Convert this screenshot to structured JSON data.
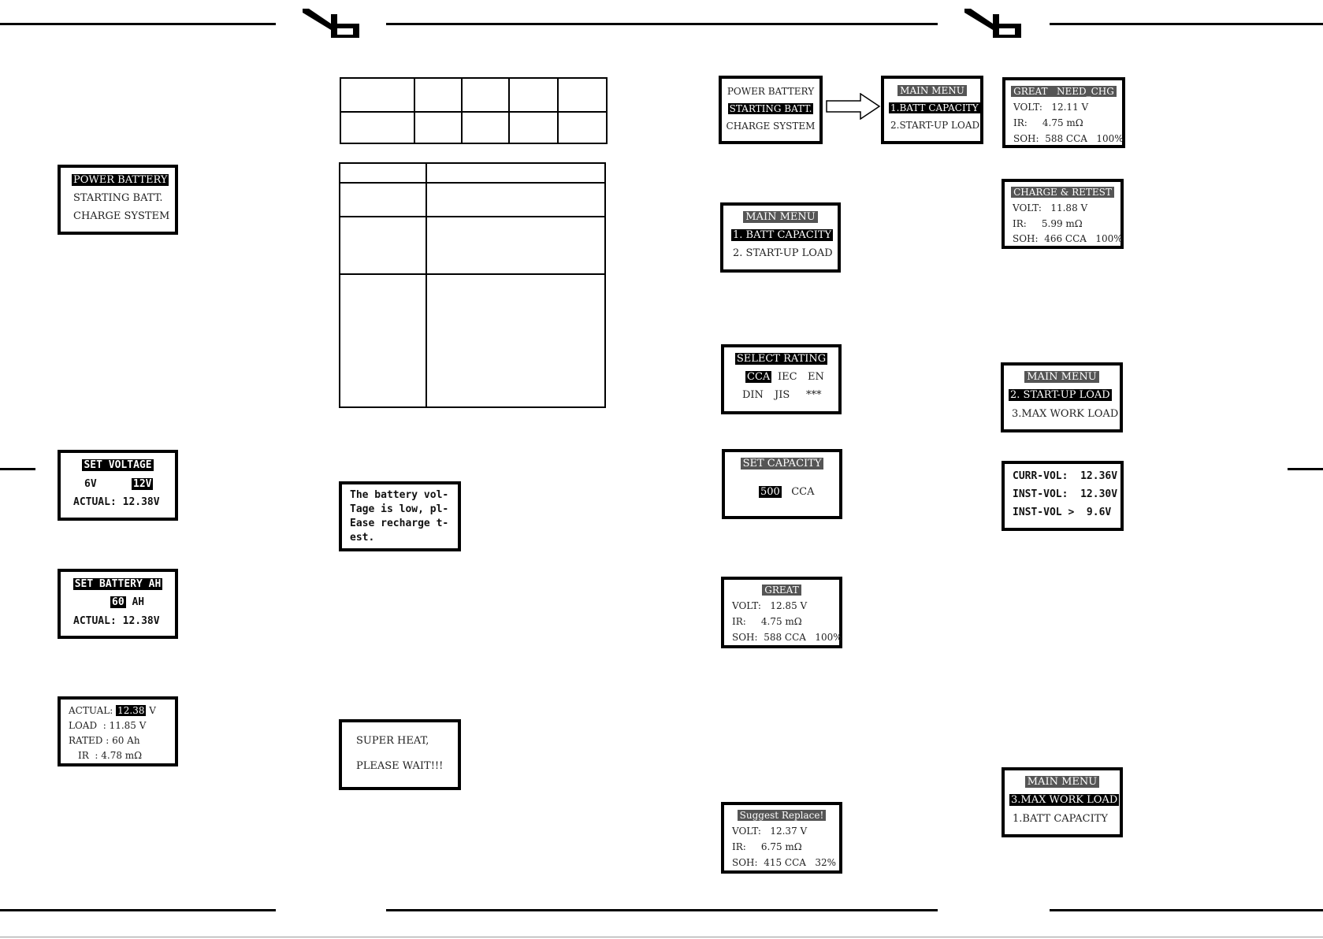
{
  "page_size": {
    "width": 1679,
    "height": 1192
  },
  "screens": {
    "power_menu_left": {
      "line1": "POWER BATTERY",
      "line2": "STARTING BATT.",
      "line3": "CHARGE SYSTEM"
    },
    "set_voltage": {
      "title": "SET VOLTAGE",
      "opt1": "6V",
      "opt2": "12V",
      "actual": "ACTUAL: 12.38V"
    },
    "set_battery_ah": {
      "title": "SET BATTERY AH",
      "value": "60",
      "unit": "AH",
      "actual": "ACTUAL: 12.38V"
    },
    "actual_readout": {
      "actual_label": "ACTUAL:",
      "actual_value": "12.38",
      "actual_unit": "V",
      "load": "LOAD  : 11.85 V",
      "rated": "RATED : 60 Ah",
      "ir": "IR  : 4.78 mΩ"
    },
    "low_voltage_msg": {
      "l1": "The battery vol-",
      "l2": "Tage is low, pl-",
      "l3": "Ease recharge t-",
      "l4": "est."
    },
    "super_heat": {
      "l1": "SUPER HEAT,",
      "l2": "PLEASE WAIT!!!"
    },
    "power_menu_right": {
      "line1": "POWER BATTERY",
      "line2": "STARTING BATT.",
      "line3": "CHARGE SYSTEM"
    },
    "main_menu_arrow": {
      "title": "MAIN MENU",
      "item1": "1.BATT CAPACITY",
      "item2": "2.START-UP LOAD"
    },
    "main_menu_2": {
      "title": "MAIN MENU",
      "item1": "1. BATT CAPACITY",
      "item2": "2. START-UP LOAD"
    },
    "select_rating": {
      "title": "SELECT RATING",
      "r1": "CCA",
      "r2": "IEC",
      "r3": "EN",
      "r4": "DIN",
      "r5": "JIS",
      "r6": "***"
    },
    "set_capacity": {
      "title": "SET CAPACITY",
      "value": "500",
      "unit": "CCA"
    },
    "result_great": {
      "title": "GREAT",
      "volt": "VOLT:   12.85 V",
      "ir": "IR:     4.75 mΩ",
      "soh": "SOH:  588 CCA   100%"
    },
    "result_replace": {
      "title": "Suggest Replace!",
      "volt": "VOLT:   12.37 V",
      "ir": "IR:     6.75 mΩ",
      "soh": "SOH:  415 CCA   32%"
    },
    "result_need_chg": {
      "title": "GREAT   NEED_CHG",
      "volt": "VOLT:   12.11 V",
      "ir": "IR:     4.75 mΩ",
      "soh": "SOH:  588 CCA   100%"
    },
    "result_charge_retest": {
      "title": "CHARGE & RETEST",
      "volt": "VOLT:   11.88 V",
      "ir": "IR:     5.99 mΩ",
      "soh": "SOH:  466 CCA   100%"
    },
    "main_menu_3": {
      "title": "MAIN MENU",
      "item1": "2. START-UP LOAD",
      "item2": "3.MAX WORK LOAD"
    },
    "startup_readout": {
      "l1": "CURR-VOL:  12.36V",
      "l2": "INST-VOL:  12.30V",
      "l3": "INST-VOL >  9.6V"
    },
    "main_menu_4": {
      "title": "MAIN MENU",
      "item1": "3.MAX WORK LOAD",
      "item2": "1.BATT CAPACITY"
    }
  }
}
